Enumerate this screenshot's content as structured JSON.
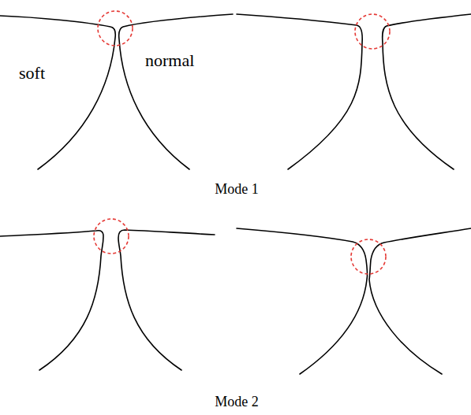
{
  "diagram": {
    "labels": [
      "soft",
      "normal",
      "Mode 1",
      "Mode 2"
    ]
  }
}
